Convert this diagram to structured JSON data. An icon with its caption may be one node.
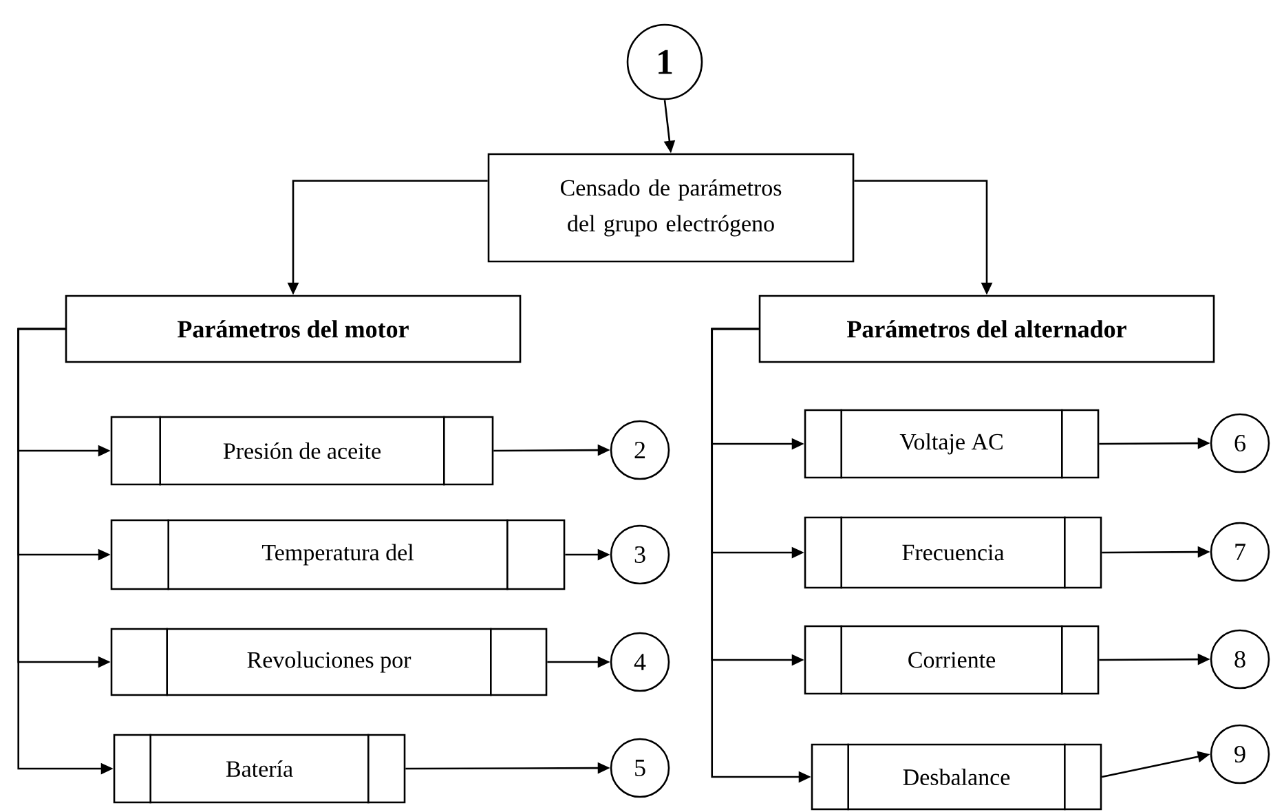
{
  "diagram": {
    "nodes": [
      {
        "text": [
          "1"
        ]
      },
      {
        "text": [
          "Censado de parámetros del grupo electrógeno"
        ]
      },
      {
        "text": [
          "Parámetros del motor"
        ]
      },
      {
        "text": [
          "Parámetros del alternador"
        ]
      },
      {
        "text": [
          "Presión de aceite"
        ]
      },
      {
        "text": [
          "2"
        ]
      },
      {
        "text": [
          "Temperatura del"
        ]
      },
      {
        "text": [
          "3"
        ]
      },
      {
        "text": [
          "Revoluciones por"
        ]
      },
      {
        "text": [
          "4"
        ]
      },
      {
        "text": [
          "Batería"
        ]
      },
      {
        "text": [
          "5"
        ]
      },
      {
        "text": [
          "Voltaje AC"
        ]
      },
      {
        "text": [
          "6"
        ]
      },
      {
        "text": [
          "Frecuencia"
        ]
      },
      {
        "text": [
          "7"
        ]
      },
      {
        "text": [
          "Corriente"
        ]
      },
      {
        "text": [
          "8"
        ]
      },
      {
        "text": [
          "Desbalance"
        ]
      },
      {
        "text": [
          "9"
        ]
      }
    ],
    "edges": [
      {
        "from": 0,
        "to": 1,
        "arrow": "to"
      },
      {
        "from": 1,
        "to": 2,
        "arrow": "to"
      },
      {
        "from": 1,
        "to": 3,
        "arrow": "to"
      },
      {
        "from": 2,
        "to": 4,
        "arrow": "to"
      },
      {
        "from": 2,
        "to": 6,
        "arrow": "to"
      },
      {
        "from": 2,
        "to": 8,
        "arrow": "to"
      },
      {
        "from": 2,
        "to": 10,
        "arrow": "to"
      },
      {
        "from": 3,
        "to": 12,
        "arrow": "to"
      },
      {
        "from": 3,
        "to": 14,
        "arrow": "to"
      },
      {
        "from": 3,
        "to": 16,
        "arrow": "to"
      },
      {
        "from": 3,
        "to": 18,
        "arrow": "to"
      },
      {
        "from": 4,
        "to": 5,
        "arrow": "to"
      },
      {
        "from": 6,
        "to": 7,
        "arrow": "to"
      },
      {
        "from": 8,
        "to": 9,
        "arrow": "to"
      },
      {
        "from": 10,
        "to": 11,
        "arrow": "to"
      },
      {
        "from": 12,
        "to": 13,
        "arrow": "to"
      },
      {
        "from": 14,
        "to": 15,
        "arrow": "to"
      },
      {
        "from": 16,
        "to": 17,
        "arrow": "to"
      },
      {
        "from": 18,
        "to": 19,
        "arrow": "to"
      }
    ]
  }
}
